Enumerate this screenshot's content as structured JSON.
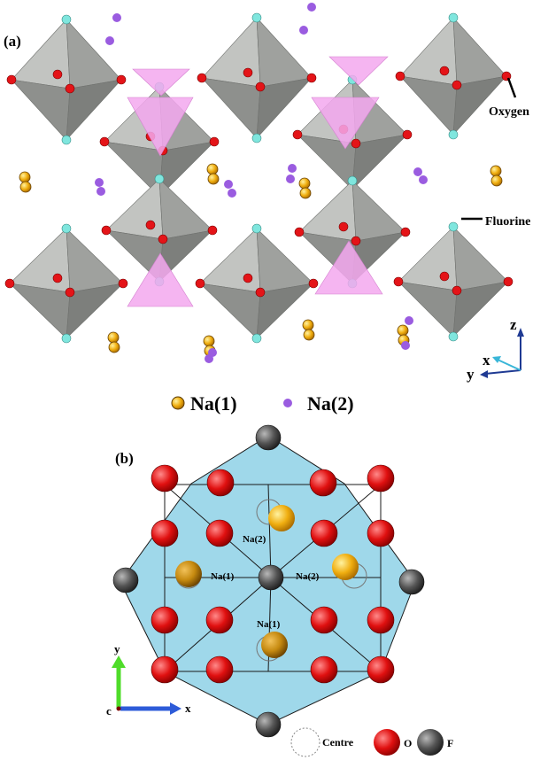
{
  "panel_a": {
    "label": "(a)",
    "oxygen_label": "Oxygen",
    "fluorine_label": "Fluorine",
    "axes": {
      "z": "z",
      "x": "x",
      "y": "y"
    }
  },
  "legend_na": {
    "na1": "Na(1)",
    "na2": "Na(2)"
  },
  "panel_b": {
    "label": "(b)",
    "site_labels": [
      "Na(2)",
      "Na(1)",
      "Na(2)",
      "Na(1)"
    ],
    "axes": {
      "y": "y",
      "x": "x",
      "c": "c"
    },
    "legend": {
      "centre": "Centre",
      "o": "O",
      "f": "F"
    }
  },
  "colors": {
    "octahedron": "#a9aba8",
    "triangle": "#f3a8ee",
    "oxygen": "#e41418",
    "fluorine": "#7fe6de",
    "na1": "#f0b020",
    "na2": "#9a5ce0",
    "plane": "#9fd8ea"
  }
}
